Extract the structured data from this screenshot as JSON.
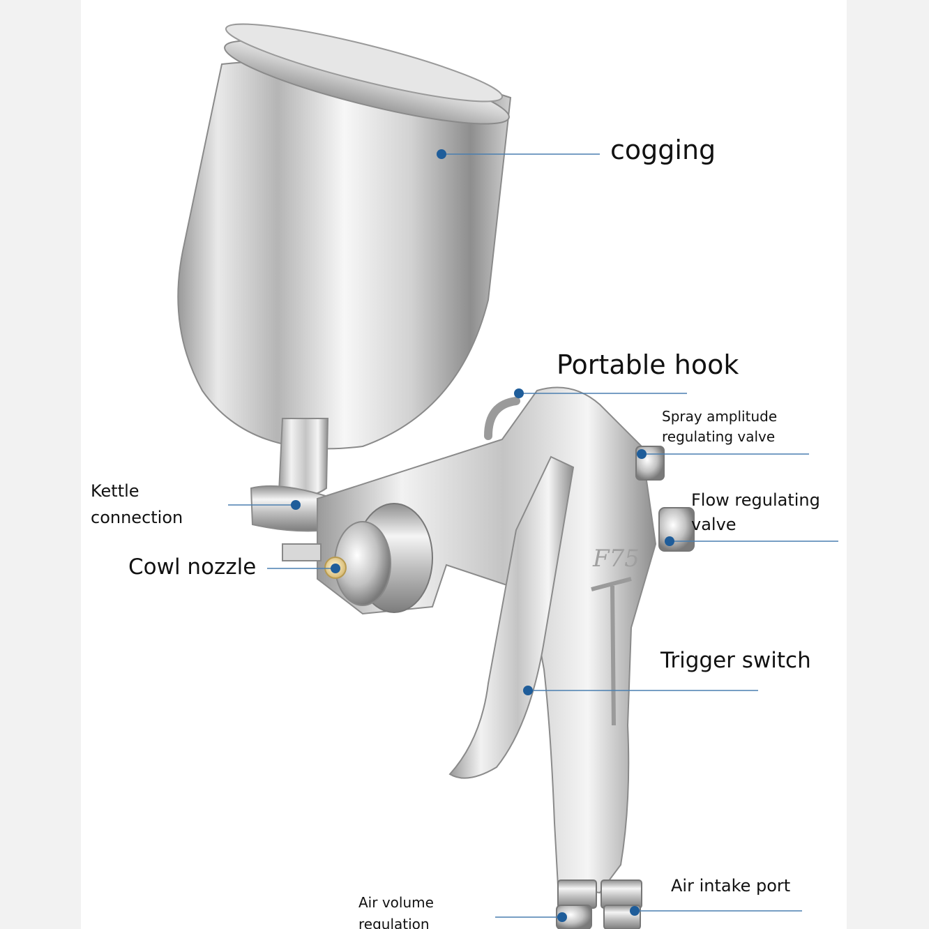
{
  "labels": {
    "cogging": "cogging",
    "portable_hook": "Portable hook",
    "spray_amplitude": [
      "Spray amplitude",
      "regulating valve"
    ],
    "flow_regulating": [
      "Flow regulating",
      "valve"
    ],
    "kettle_connection": [
      "Kettle",
      "connection"
    ],
    "cowl_nozzle": "Cowl nozzle",
    "trigger_switch": "Trigger switch",
    "air_intake_port": "Air intake port",
    "air_volume": [
      "Air volume",
      "regulation"
    ]
  },
  "product": {
    "model_mark": "F75"
  },
  "colors": {
    "leader_line": "#4a7fb0",
    "marker_dot": "#1f5d9a",
    "label_text": "#111111",
    "metal_light": "#f4f4f4",
    "metal_mid": "#c8c8c8",
    "metal_dark": "#8a8a8a",
    "nozzle_brass": "#e8d08a"
  }
}
